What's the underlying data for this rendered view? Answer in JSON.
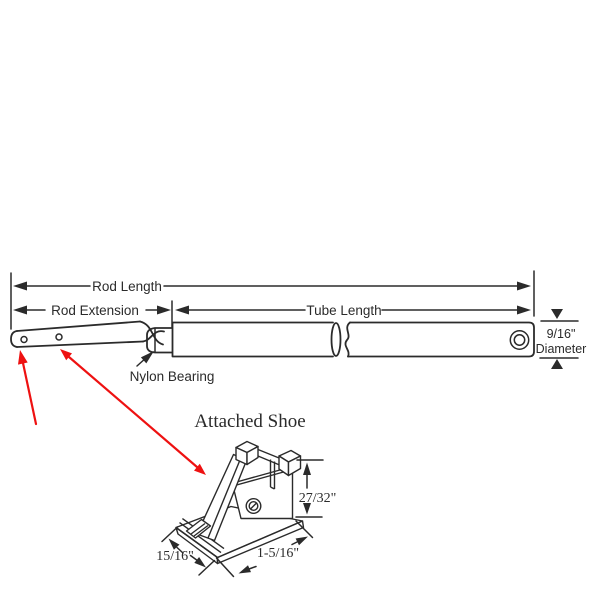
{
  "diagram": {
    "title": "Attached Shoe",
    "labels": {
      "rod_length": "Rod Length",
      "rod_extension": "Rod Extension",
      "tube_length": "Tube Length",
      "nylon_bearing": "Nylon Bearing",
      "diameter_value": "9/16\"",
      "diameter_word": "Diameter",
      "shoe_height": "27/32\"",
      "shoe_depth": "15/16\"",
      "shoe_width": "1-5/16\""
    },
    "colors": {
      "line": "#2b2b2b",
      "pointer": "#ee1111",
      "background": "#ffffff"
    }
  }
}
